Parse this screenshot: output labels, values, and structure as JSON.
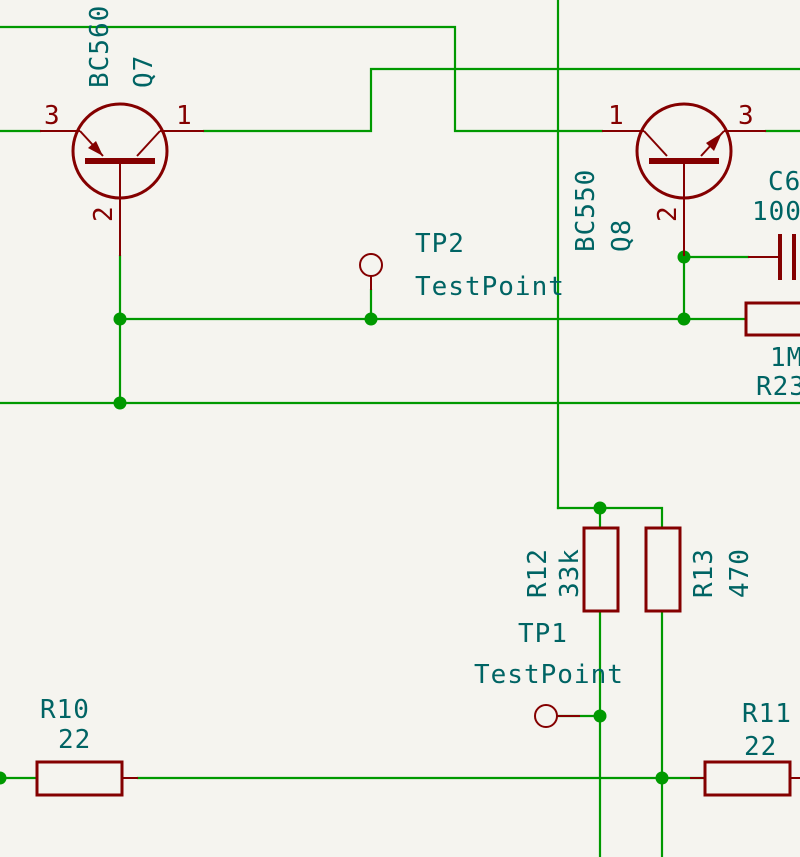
{
  "colors": {
    "background": "#f5f4ef",
    "wire": "#009900",
    "symbol": "#840000",
    "label": "#006464"
  },
  "components": {
    "q7": {
      "reference": "Q7",
      "value": "BC560",
      "pin_left": "3",
      "pin_right": "1",
      "pin_bottom": "2"
    },
    "q8": {
      "reference": "Q8",
      "value": "BC550",
      "pin_left": "1",
      "pin_right": "3",
      "pin_bottom": "2"
    },
    "tp2": {
      "reference": "TP2",
      "value": "TestPoint"
    },
    "tp1": {
      "reference": "TP1",
      "value": "TestPoint"
    },
    "c6": {
      "reference": "C6",
      "value": "100"
    },
    "r23": {
      "reference": "R23",
      "value": "1M"
    },
    "r12": {
      "reference": "R12",
      "value": "33k"
    },
    "r13": {
      "reference": "R13",
      "value": "470"
    },
    "r10": {
      "reference": "R10",
      "value": "22"
    },
    "r11": {
      "reference": "R11",
      "value": "22"
    }
  }
}
